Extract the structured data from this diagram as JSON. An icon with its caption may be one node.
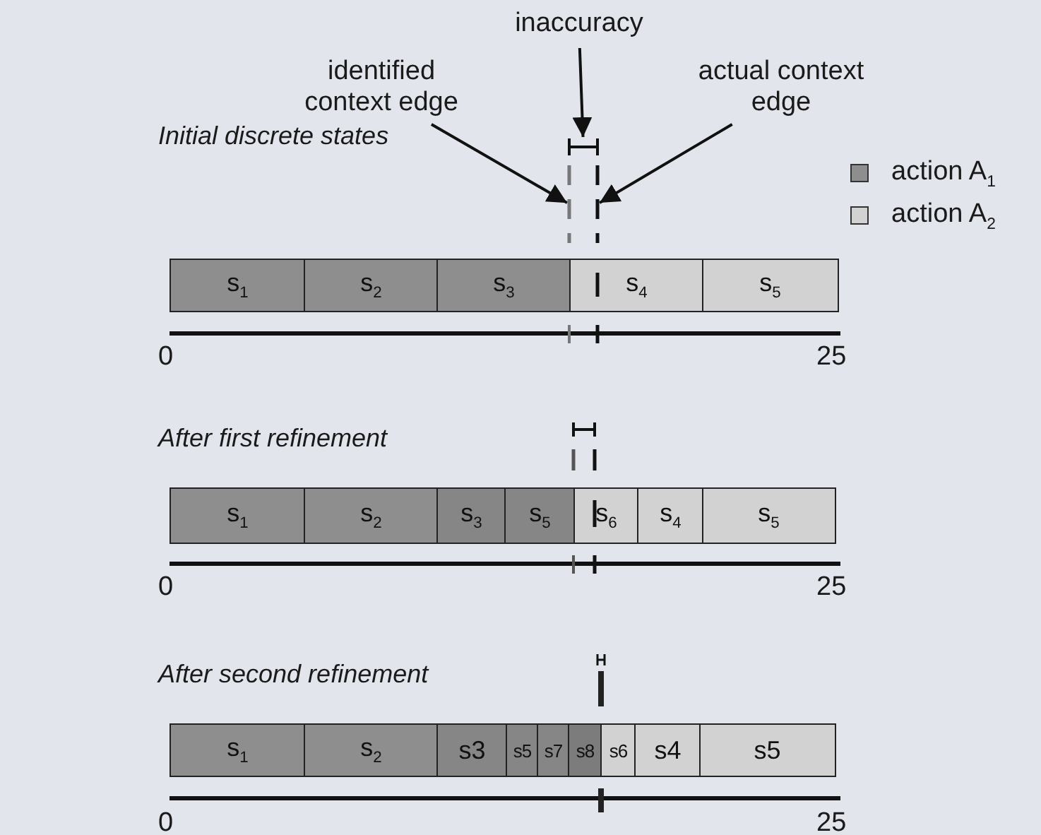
{
  "diagram": {
    "nodes": [
      {
        "text": [
          "identified context edge"
        ]
      },
      {
        "text": [
          "inaccuracy"
        ]
      },
      {
        "text": [
          "actual context edge"
        ]
      },
      {
        "text": [
          "s$_{1}$"
        ]
      },
      {
        "text": [
          "s$_{2}$"
        ]
      },
      {
        "text": [
          "s$_{3}$"
        ]
      },
      {
        "text": [
          "s$_{4}$"
        ]
      },
      {
        "text": [
          "s$_{5}$"
        ]
      },
      {
        "text": [
          "s$_{1}$"
        ]
      },
      {
        "text": [
          "s$_{2}$"
        ]
      },
      {
        "text": [
          "s$_{3}$"
        ]
      },
      {
        "text": [
          "s$_{5}$"
        ]
      },
      {
        "text": [
          "s$_{6}$"
        ]
      },
      {
        "text": [
          "s$_{4}$"
        ]
      },
      {
        "text": [
          "s$_{5}$"
        ]
      },
      {
        "text": [
          "s$_{1}$"
        ]
      },
      {
        "text": [
          "s$_{2}$"
        ]
      },
      {
        "text": [
          "s3"
        ]
      },
      {
        "text": [
          "s5"
        ]
      },
      {
        "text": [
          "s7"
        ]
      },
      {
        "text": [
          "s8"
        ]
      },
      {
        "text": [
          "s6"
        ]
      },
      {
        "text": [
          "s4"
        ]
      },
      {
        "text": [
          "s5"
        ]
      },
      {
        "text": [],
        "shape": "line"
      },
      {
        "text": [],
        "shape": "bar"
      },
      {
        "text": [],
        "shape": "line"
      }
    ],
    "edges": [
      {
        "from": 0,
        "to": 24,
        "arrow": "to"
      },
      {
        "from": 1,
        "to": 25,
        "arrow": "to"
      },
      {
        "from": 2,
        "to": 26,
        "arrow": "to"
      }
    ],
    "labels": [
      "Initial discrete states",
      "0",
      "25",
      "After first refinement",
      "0",
      "25",
      "After second refinement",
      "0",
      "25"
    ],
    "legend": [
      {
        "text": "action A$_{1}$",
        "color": "#8e8e8e"
      },
      {
        "text": "action A$_{2}$",
        "color": "#d2d2d2"
      }
    ]
  }
}
